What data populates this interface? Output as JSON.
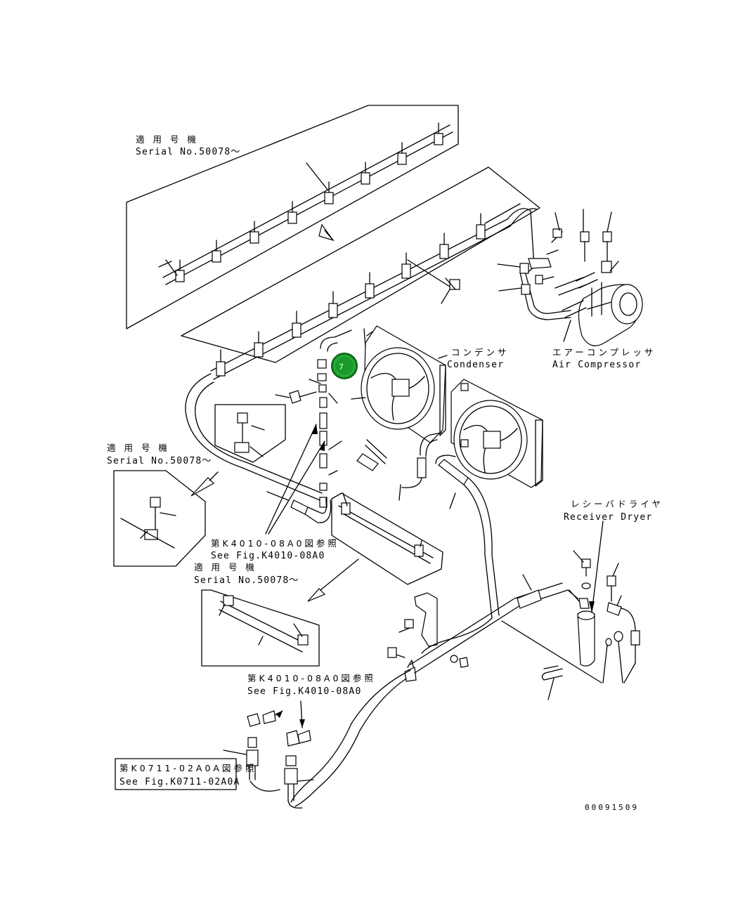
{
  "labels": {
    "serial_top_jp": "適 用 号 機",
    "serial_top_en": "Serial No.50078～",
    "serial_left_jp": "適 用 号 機",
    "serial_left_en": "Serial No.50078～",
    "serial_mid_jp": "適 用 号 機",
    "serial_mid_en": "Serial No.50078～",
    "condenser_jp": "コンデンサ",
    "condenser_en": "Condenser",
    "compressor_jp": "エアーコンプレッサ",
    "compressor_en": "Air Compressor",
    "receiver_jp": "レシーバドライヤ",
    "receiver_en": "Receiver Dryer",
    "ref1_jp": "第K4010-08A0図参照",
    "ref1_en": "See Fig.K4010-08A0",
    "ref2_jp": "第K4010-08A0図参照",
    "ref2_en": "See Fig.K4010-08A0",
    "ref3_jp": "第K0711-02A0A図参照",
    "ref3_en": "See Fig.K0711-02A0A",
    "drawing_code": "00091509"
  },
  "callout": {
    "number": "7",
    "color": "#1a9a2a"
  }
}
